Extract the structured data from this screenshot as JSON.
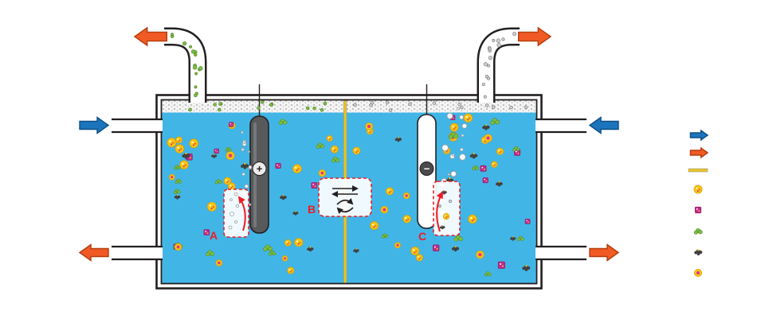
{
  "labels": {
    "callout_a": "A",
    "callout_b": "B",
    "callout_c": "C",
    "anode_sign": "+",
    "cathode_sign": "−"
  },
  "colors": {
    "liquid": "#41b6e6",
    "wall": "#231f20",
    "membrane": "#e9c428",
    "anode": "#58595b",
    "cathode": "#ffffff",
    "arrow_blue": "#1c75bc",
    "arrow_orange": "#f15a24",
    "callout_red": "#ed1c24",
    "ion_yellow": "#f6c710",
    "ion_magenta": "#c12a8e",
    "ion_green": "#7ac143",
    "ion_dark": "#414042",
    "bubble": "#ffffff",
    "gas_left": "#7ac143",
    "gas_right": "#d1d3d4"
  },
  "legend": {
    "items": [
      {
        "id": "blue-flow-arrow"
      },
      {
        "id": "orange-flow-arrow"
      },
      {
        "id": "membrane-line"
      },
      {
        "id": "yellow-particle"
      },
      {
        "id": "magenta-particle"
      },
      {
        "id": "green-particle"
      },
      {
        "id": "dark-cluster-particle"
      },
      {
        "id": "yellow-pink-core-particle"
      }
    ]
  },
  "particles": {
    "left_tank": {
      "yellow": 15,
      "magenta": 7,
      "green": 12,
      "dark": 7,
      "yellow_core": 6
    },
    "right_tank": {
      "yellow": 15,
      "magenta": 7,
      "green": 8,
      "dark": 9,
      "yellow_core": 6
    },
    "left_headspace_gas": 13,
    "right_headspace_gas": 13,
    "left_chimney_gas": 15,
    "right_chimney_gas": 15,
    "anode_bubbles": 14,
    "cathode_bubbles": 20
  }
}
